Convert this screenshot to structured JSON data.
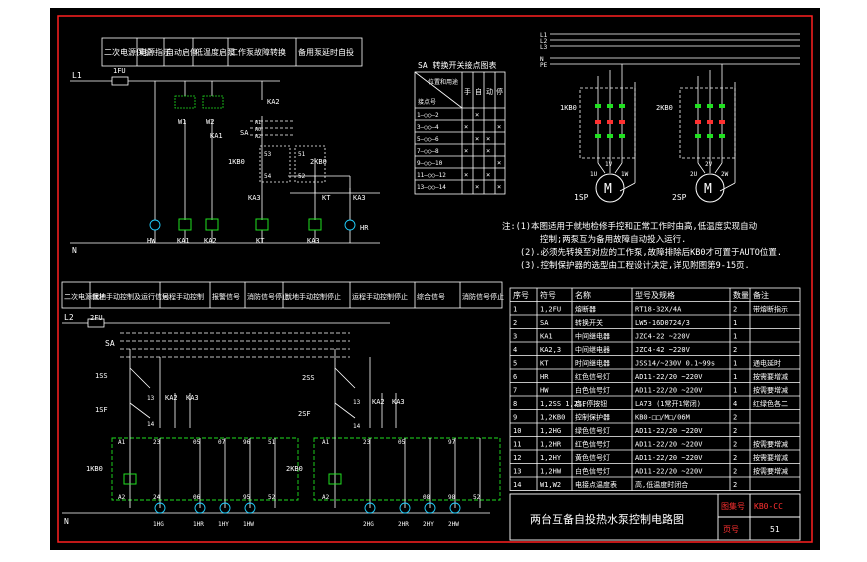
{
  "colors": {
    "background": "#000000",
    "frame": "#ff2020",
    "line": "#ffffff",
    "label": "#f0f000",
    "accent_green": "#20e020",
    "accent_red": "#ff3030",
    "accent_cyan": "#20d0ff",
    "table": "#ffffff"
  },
  "top_control": {
    "headers": [
      "二次电源保护",
      "电源指示",
      "自动启停",
      "低温度启泵",
      "工作泵故障转换",
      "备用泵延时自投"
    ],
    "labels": {
      "fuse": "1FU",
      "l1": "L1",
      "n": "N",
      "w1": "W1",
      "w2": "W2",
      "ka2": "KA2",
      "ka1": "KA1",
      "sa": "SA",
      "a1": "A1",
      "a2": "A2",
      "a0": "A0",
      "kb0": "1KB0",
      "kb02": "2KB0",
      "s3": "53",
      "s4": "54",
      "s1": "51",
      "s2": "52",
      "ka3": "KA3",
      "kt": "KT",
      "hr": "HR"
    },
    "coils": [
      "HW",
      "KA1",
      "KA2",
      "KT",
      "KA3"
    ]
  },
  "switch_table": {
    "title": "SA 转换开关接点图表",
    "header_pos": "位置和用途",
    "header_contact": "接点号",
    "col_symbols": [
      "手",
      "自",
      "动",
      "停"
    ],
    "rows": [
      "1—○○—2",
      "3—○○—4",
      "5—○○—6",
      "7—○○—8",
      "9—○○—10",
      "11—○○—12",
      "13—○○—14"
    ],
    "marks": [
      [
        "",
        "×",
        "",
        ""
      ],
      [
        "×",
        "",
        "",
        "×"
      ],
      [
        "",
        "×",
        "×",
        ""
      ],
      [
        "×",
        "",
        "×",
        ""
      ],
      [
        "",
        "",
        "",
        "×"
      ],
      [
        "×",
        "",
        "×",
        ""
      ],
      [
        "",
        "×",
        "",
        "×"
      ]
    ]
  },
  "motor_circuit": {
    "buses": [
      "L1",
      "L2",
      "L3",
      "N",
      "PE"
    ],
    "left": {
      "breaker": "1KB0",
      "motor": "M",
      "motor_id": "1SP",
      "terminals": [
        "1U",
        "1V",
        "1W"
      ]
    },
    "right": {
      "breaker": "2KB0",
      "motor": "M",
      "motor_id": "2SP",
      "terminals": [
        "2U",
        "2V",
        "2W"
      ]
    }
  },
  "notes": [
    "注:(1)本图适用于就地检修手控和正常工作时由高,低温度实现自动",
    "控制;两泵互为备用故障自动投入运行.",
    "(2).必须先转换至对应的工作泵,故障排除后KB0才可置于AUTO位置.",
    "(3).控制保护器的选型由工程设计决定,详见附图第9-15页."
  ],
  "bottom_control": {
    "headers": [
      "二次电源保护",
      "就地手动控制及运行信号",
      "远程手动控制",
      "报警信号",
      "消防信号停止",
      "就地手动控制停止",
      "运程手动控制停止",
      "综合信号",
      "消防信号停止"
    ],
    "labels": {
      "l2": "L2",
      "fuse": "2FU",
      "sa": "SA",
      "n": "N",
      "ss1": "1SS",
      "sf1": "1SF",
      "ss2": "2SS",
      "sf2": "2SF",
      "kb1": "1KB0",
      "kb2": "2KB0",
      "ka2": "KA2",
      "ka3": "KA3",
      "a1": "A1",
      "a2": "A2",
      "n13": "13",
      "n14": "14",
      "n23": "23",
      "n24": "24",
      "n05": "05",
      "n06": "06",
      "n07": "07",
      "n08": "08",
      "n95": "95",
      "n96": "96",
      "n97": "97",
      "n98": "98",
      "n51": "51",
      "n52": "52"
    },
    "lamps": [
      "1HG",
      "1HR",
      "1HY",
      "1HW",
      "2HG",
      "2HR",
      "2HY",
      "2HW"
    ]
  },
  "parts_table": {
    "headers": [
      "序号",
      "符号",
      "名称",
      "型号及规格",
      "数量",
      "备注"
    ],
    "rows": [
      [
        "1",
        "1,2FU",
        "熔断器",
        "RT18-32X/4A",
        "2",
        "带熔断指示"
      ],
      [
        "2",
        "SA",
        "转换开关",
        "LW5-16D0724/3",
        "1",
        ""
      ],
      [
        "3",
        "KA1",
        "中间继电器",
        "JZC4-22 ~220V",
        "1",
        ""
      ],
      [
        "4",
        "KA2,3",
        "中间继电器",
        "JZC4-42 ~220V",
        "2",
        ""
      ],
      [
        "5",
        "KT",
        "时间继电器",
        "JSS14/~230V 0.1~99s",
        "1",
        "通电延时"
      ],
      [
        "6",
        "HR",
        "红色信号灯",
        "AD11-22/20 ~220V",
        "1",
        "按需要增减"
      ],
      [
        "7",
        "HW",
        "白色信号灯",
        "AD11-22/20 ~220V",
        "1",
        "按需要增减"
      ],
      [
        "8",
        "1,2SS 1,2SF",
        "启,停按钮",
        "LA73 (1常开1常闭)",
        "4",
        "红绿色各二"
      ],
      [
        "9",
        "1,2KB0",
        "控制保护器",
        "KB0-□□/M□/06M",
        "2",
        ""
      ],
      [
        "10",
        "1,2HG",
        "绿色信号灯",
        "AD11-22/20 ~220V",
        "2",
        ""
      ],
      [
        "11",
        "1,2HR",
        "红色信号灯",
        "AD11-22/20 ~220V",
        "2",
        "按需要增减"
      ],
      [
        "12",
        "1,2HY",
        "黄色信号灯",
        "AD11-22/20 ~220V",
        "2",
        "按需要增减"
      ],
      [
        "13",
        "1,2HW",
        "白色信号灯",
        "AD11-22/20 ~220V",
        "2",
        "按需要增减"
      ],
      [
        "14",
        "W1,W2",
        "电接点温度表",
        "高,低温度时闭合",
        "2",
        ""
      ]
    ]
  },
  "title_block": {
    "title": "两台互备自投热水泵控制电路图",
    "atlas_label": "图集号",
    "atlas_value": "KB0-CC",
    "page_label": "页号",
    "page_value": "51"
  }
}
